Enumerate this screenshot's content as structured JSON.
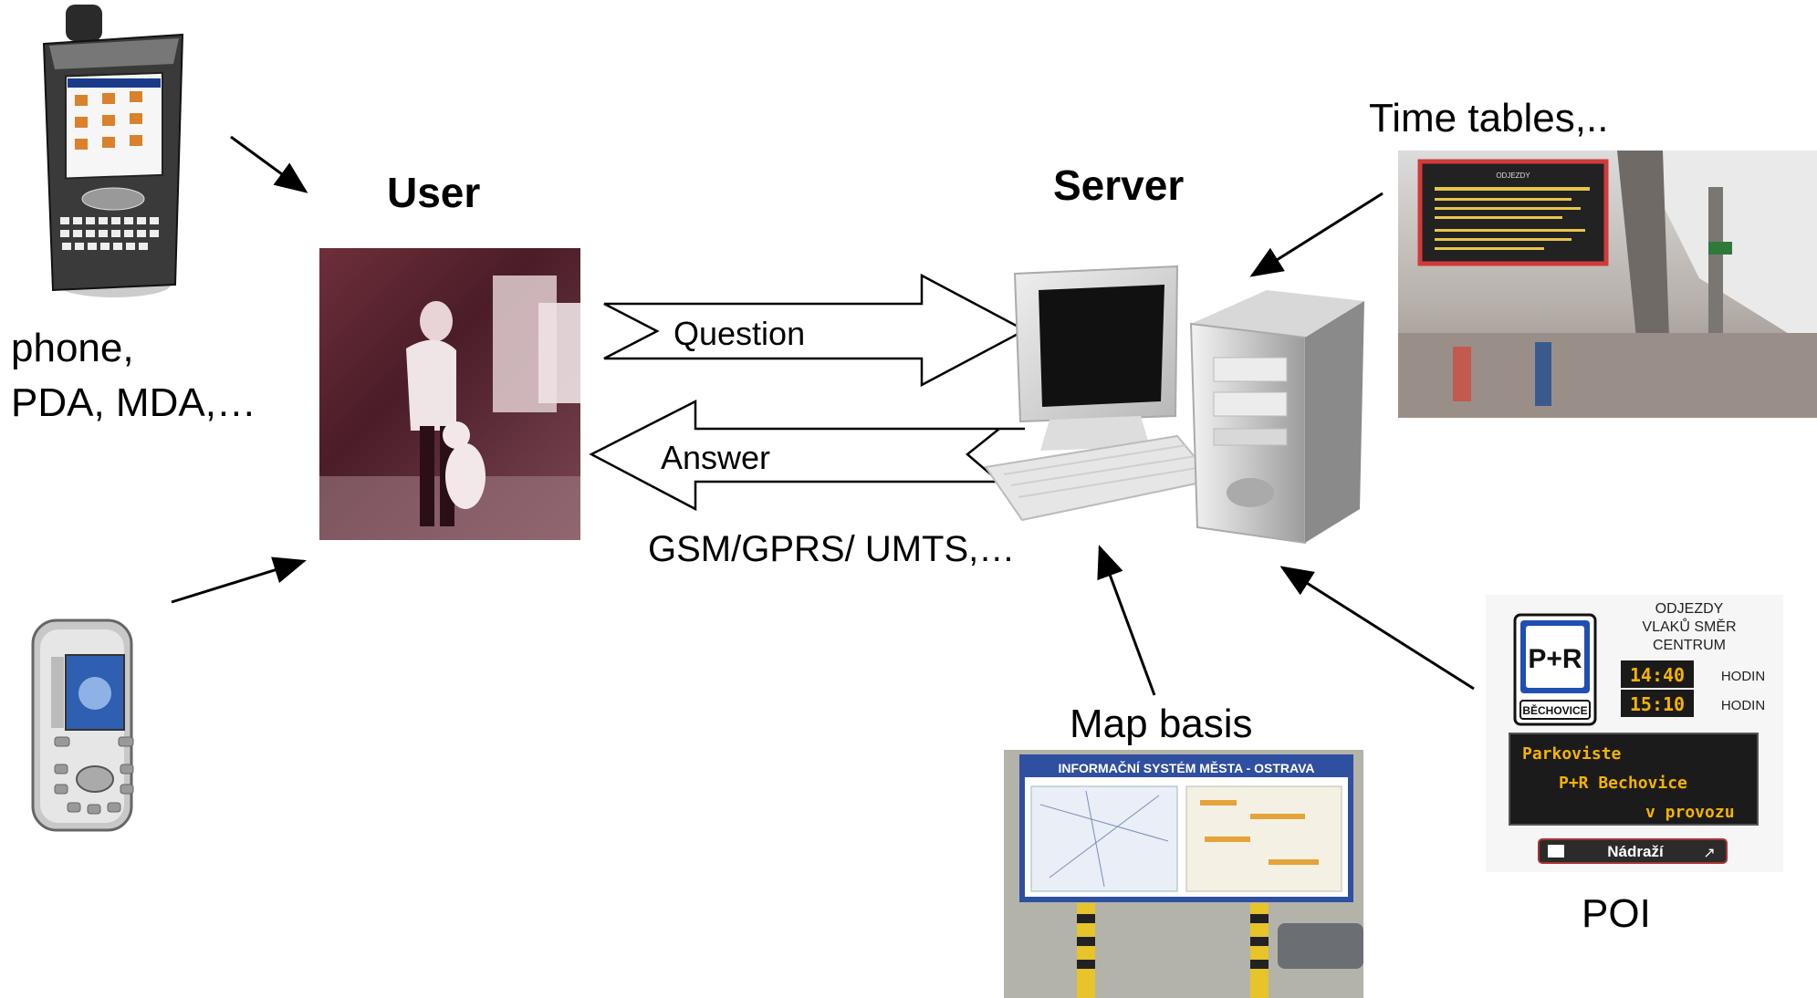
{
  "labels": {
    "user": "User",
    "server": "Server",
    "devices": [
      "phone,",
      "PDA, MDA,…"
    ],
    "question": "Question",
    "answer": "Answer",
    "network": "GSM/GPRS/ UMTS,…",
    "timetables": "Time tables,..",
    "mapbasis": "Map basis",
    "poi": "POI"
  },
  "poi_sign": {
    "pr": "P+R",
    "pr_place": "BĚCHOVICE",
    "departures_title": [
      "ODJEZDY",
      "VLAKŮ SMĚR",
      "CENTRUM"
    ],
    "times": [
      "14:40",
      "15:10"
    ],
    "unit": "HODIN",
    "led_lines": [
      "Parkoviste",
      "P+R Bechovice",
      "v provozu"
    ],
    "station": "Nádraží"
  },
  "map_board": {
    "header": "INFORMAČNÍ SYSTÉM MĚSTA - OSTRAVA"
  },
  "departure_board": {
    "title": "ODJEZDY"
  }
}
